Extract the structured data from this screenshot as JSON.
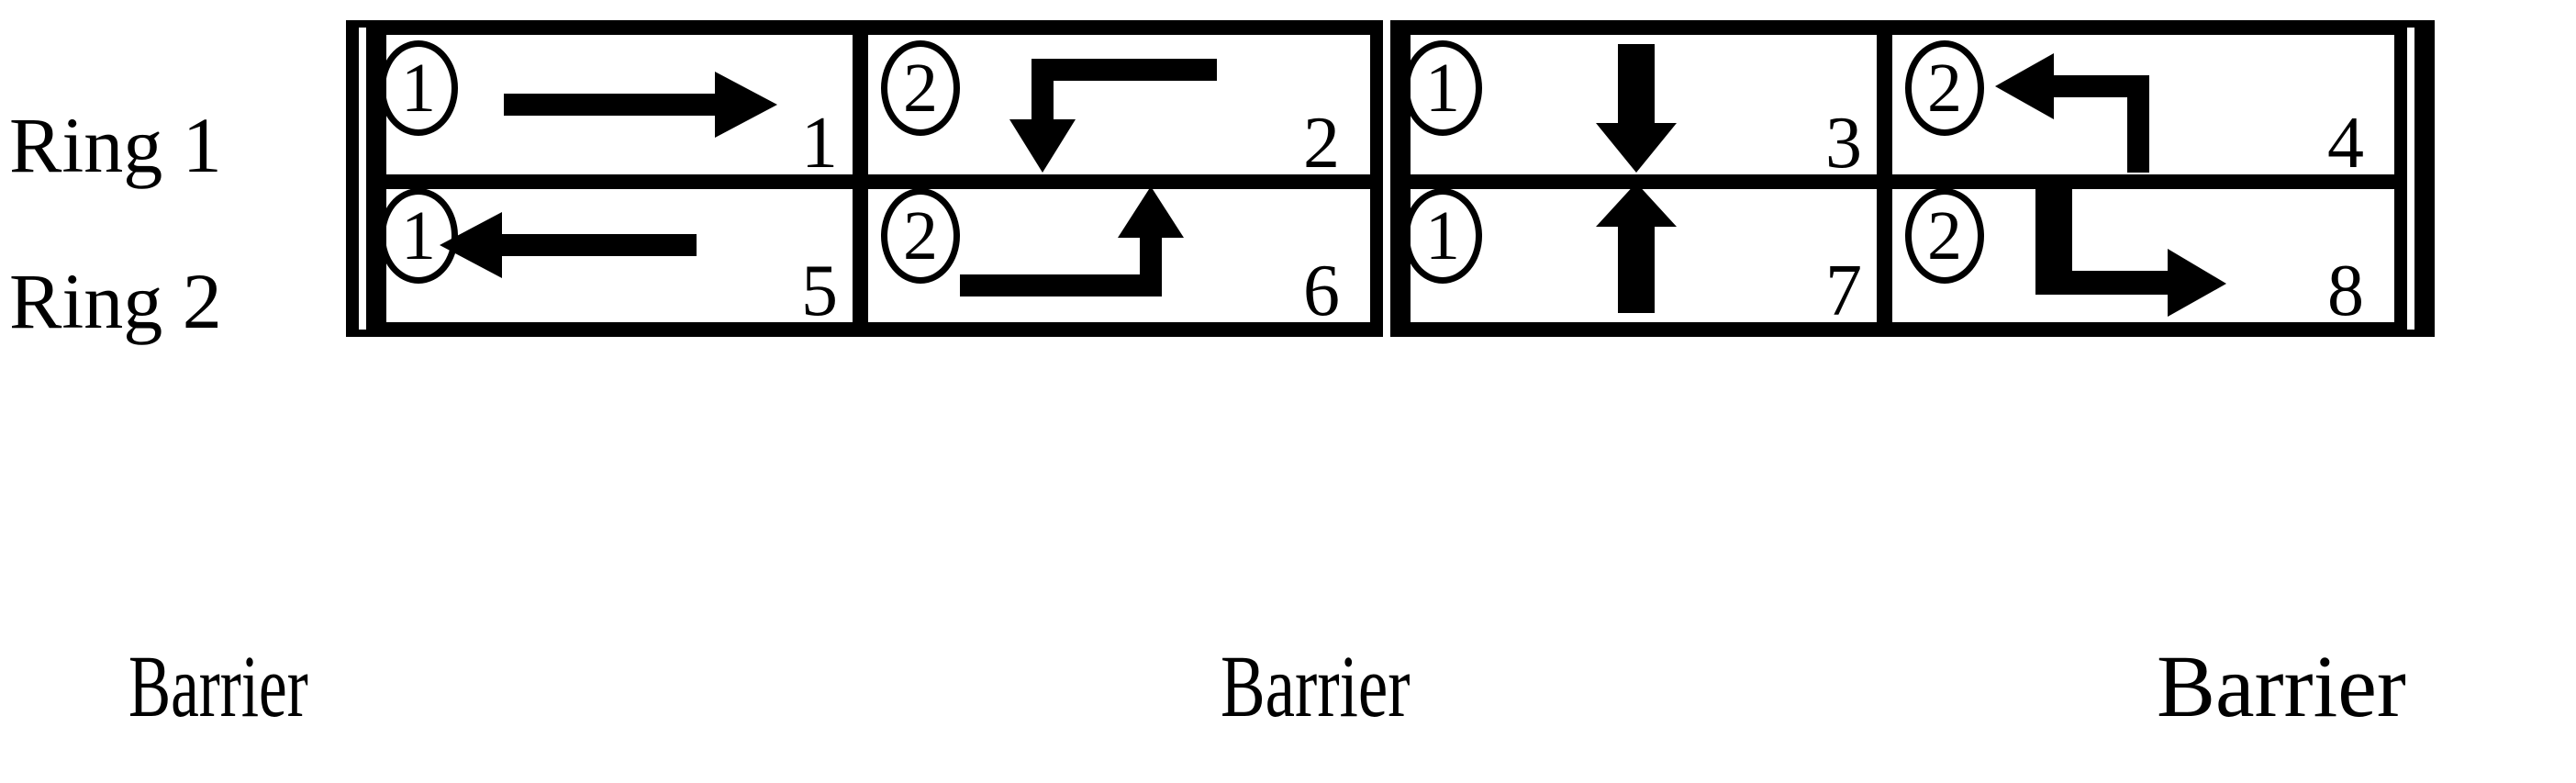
{
  "figure": {
    "rows": [
      {
        "label": "Ring 1"
      },
      {
        "label": "Ring 2"
      }
    ],
    "barriers": [
      {
        "label": "Barrier",
        "position": "left"
      },
      {
        "label": "Barrier",
        "position": "middle"
      },
      {
        "label": "Barrier",
        "position": "right"
      }
    ],
    "cells": [
      {
        "id": 1,
        "ring": "Ring 1",
        "block": 1,
        "column": 1,
        "circled_number": "1",
        "number": "1",
        "movement": "through-horizontal-right",
        "arrow": "arrow-right"
      },
      {
        "id": 2,
        "ring": "Ring 1",
        "block": 1,
        "column": 2,
        "circled_number": "2",
        "number": "2",
        "movement": "left-turn-from-right-to-down",
        "arrow": "arrow-elbow-right-to-down"
      },
      {
        "id": 3,
        "ring": "Ring 1",
        "block": 2,
        "column": 1,
        "circled_number": "1",
        "number": "3",
        "movement": "through-vertical-down",
        "arrow": "arrow-down"
      },
      {
        "id": 4,
        "ring": "Ring 1",
        "block": 2,
        "column": 2,
        "circled_number": "2",
        "number": "4",
        "movement": "left-turn-from-bottom-to-left",
        "arrow": "arrow-elbow-up-to-left"
      },
      {
        "id": 5,
        "ring": "Ring 2",
        "block": 1,
        "column": 1,
        "circled_number": "1",
        "number": "5",
        "movement": "through-horizontal-left",
        "arrow": "arrow-left"
      },
      {
        "id": 6,
        "ring": "Ring 2",
        "block": 1,
        "column": 2,
        "circled_number": "2",
        "number": "6",
        "movement": "left-turn-from-left-to-up",
        "arrow": "arrow-elbow-right-to-up"
      },
      {
        "id": 7,
        "ring": "Ring 2",
        "block": 2,
        "column": 1,
        "circled_number": "1",
        "number": "7",
        "movement": "through-vertical-up",
        "arrow": "arrow-up"
      },
      {
        "id": 8,
        "ring": "Ring 2",
        "block": 2,
        "column": 2,
        "circled_number": "2",
        "number": "8",
        "movement": "left-turn-from-top-to-right",
        "arrow": "arrow-elbow-down-to-right"
      }
    ],
    "colors": {
      "ink": "#000000",
      "paper": "#ffffff"
    }
  }
}
